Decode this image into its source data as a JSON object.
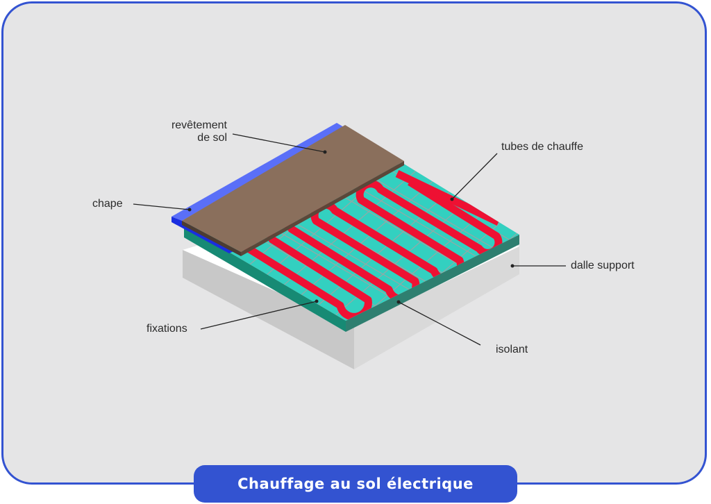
{
  "diagram": {
    "title": "Chauffage au sol électrique",
    "labels": {
      "revetement_line1": "revêtement",
      "revetement_line2": "de sol",
      "chape": "chape",
      "tubes": "tubes de chauffe",
      "dalle": "dalle support",
      "fixations": "fixations",
      "isolant": "isolant"
    },
    "layers": [
      {
        "name": "revêtement de sol",
        "color": "#8a6f5c"
      },
      {
        "name": "chape",
        "color": "#5a6ff8"
      },
      {
        "name": "tubes de chauffe",
        "color": "#ee1133"
      },
      {
        "name": "isolant",
        "color": "#33d0c0"
      },
      {
        "name": "dalle support",
        "color": "#ffffff"
      }
    ],
    "colors": {
      "frame_border": "#3353d1",
      "background": "#e5e5e6",
      "title_bg": "#3353d1",
      "title_text": "#ffffff"
    }
  }
}
